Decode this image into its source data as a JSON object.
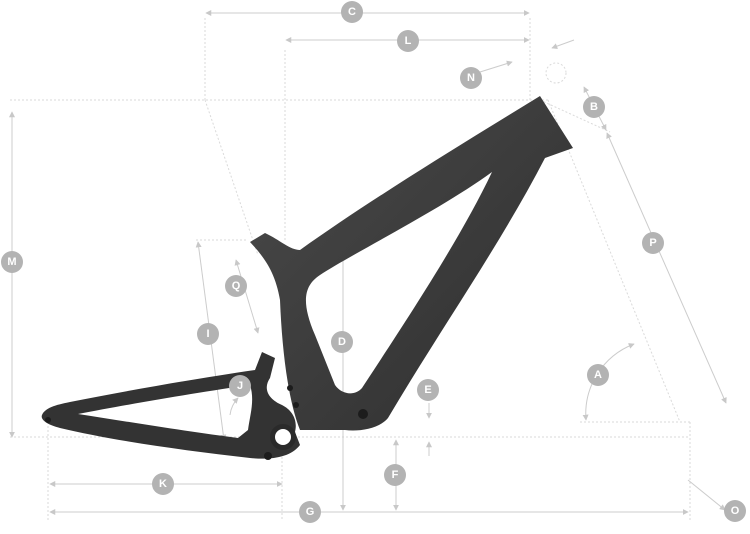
{
  "diagram": {
    "colors": {
      "frame": "#3a3a3a",
      "frame_highlight": "#5a5a5a",
      "dimension_line": "#cfcfcf",
      "badge": "#b3b3b3",
      "badge_text": "#ffffff"
    },
    "labels": {
      "A": "A",
      "B": "B",
      "C": "C",
      "D": "D",
      "E": "E",
      "F": "F",
      "G": "G",
      "I": "I",
      "J": "J",
      "K": "K",
      "L": "L",
      "M": "M",
      "N": "N",
      "O": "O",
      "P": "P",
      "Q": "Q"
    }
  }
}
